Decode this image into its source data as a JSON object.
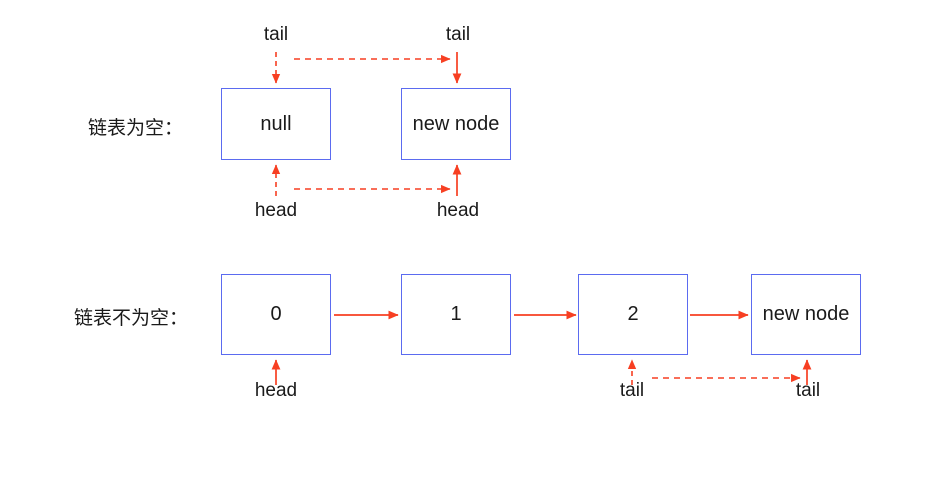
{
  "diagram": {
    "title": "linked list append: empty vs non-empty",
    "colors": {
      "box_border": "#5b6bf0",
      "arrow": "#f73f22",
      "text": "#1a1a1a",
      "background": "#ffffff"
    }
  },
  "rows": [
    {
      "label": "链表为空：",
      "boxes": [
        {
          "text": "null"
        },
        {
          "text": "new node"
        }
      ],
      "pointers_top": [
        {
          "text": "tail"
        },
        {
          "text": "tail"
        }
      ],
      "pointers_bottom": [
        {
          "text": "head"
        },
        {
          "text": "head"
        }
      ]
    },
    {
      "label": "链表不为空：",
      "boxes": [
        {
          "text": "0"
        },
        {
          "text": "1"
        },
        {
          "text": "2"
        },
        {
          "text": "new node"
        }
      ],
      "pointers_bottom": [
        {
          "text": "head"
        },
        {
          "text": "tail"
        },
        {
          "text": "tail"
        }
      ]
    }
  ]
}
